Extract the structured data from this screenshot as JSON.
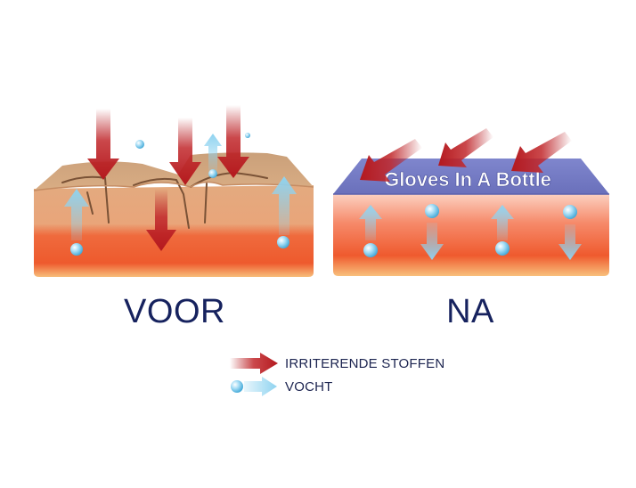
{
  "panels": {
    "before_label": "VOOR",
    "after_label": "NA",
    "barrier_text": "Gloves In A Bottle"
  },
  "legend": {
    "irritants_label": "IRRITERENDE STOFFEN",
    "moisture_label": "VOCHT"
  },
  "colors": {
    "irritant_arrow": "#b4191e",
    "moisture_arrow": "#8fd3f0",
    "barrier_blue": "#6f77c2",
    "label_navy": "#16225e"
  }
}
